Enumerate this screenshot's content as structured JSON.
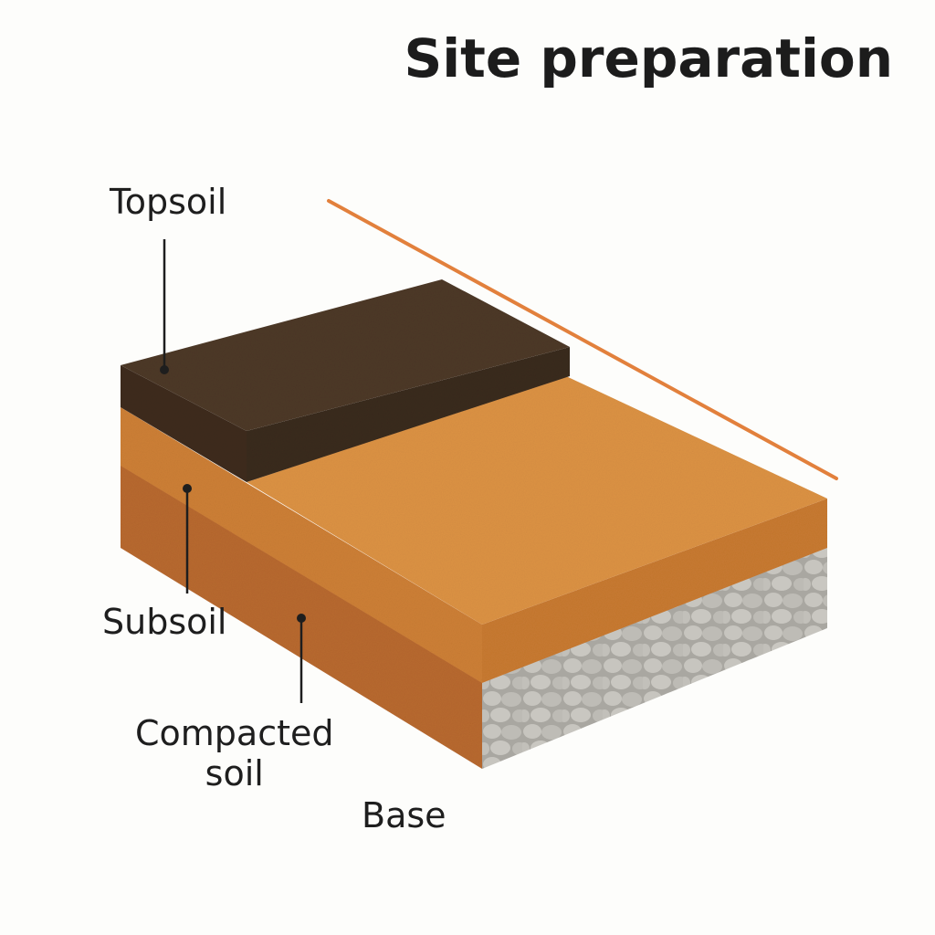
{
  "title": "Site preparation",
  "labels": {
    "topsoil": "Topsoil",
    "subsoil": "Subsoil",
    "compacted_line1": "Compacted",
    "compacted_line2": "soil",
    "base": "Base"
  },
  "colors": {
    "topsoil": "#4a3524",
    "subsoil": "#d88d3e",
    "compacted": "#b8692e",
    "base": "#b9b7b1",
    "stake_line": "#e2803c",
    "leader": "#1e1e1e"
  }
}
